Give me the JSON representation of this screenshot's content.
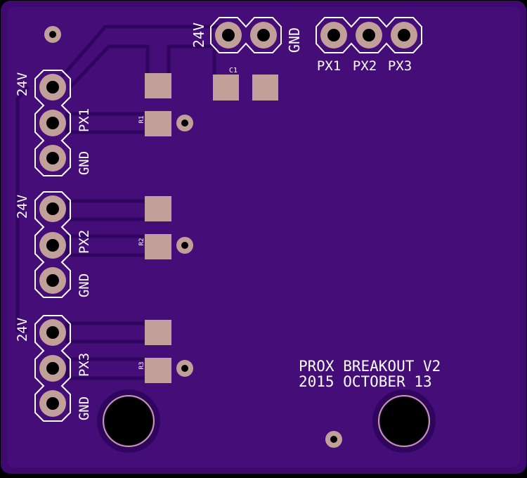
{
  "board": {
    "title_line1": "PROX BREAKOUT V2",
    "title_line2": "2015 OCTOBER 13",
    "colors": {
      "board": "#3f0a70",
      "trace": "#2f0560",
      "pad": "#c2a09a",
      "silkscreen": "#ffffff",
      "drill": "#000000"
    }
  },
  "header_top_power": {
    "pin1": "24V",
    "pin2": "GND"
  },
  "header_top_signals": {
    "pin1": "PX1",
    "pin2": "PX2",
    "pin3": "PX3"
  },
  "headers_left": [
    {
      "v": "24V",
      "sig": "PX1",
      "gnd": "GND"
    },
    {
      "v": "24V",
      "sig": "PX2",
      "gnd": "GND"
    },
    {
      "v": "24V",
      "sig": "PX3",
      "gnd": "GND"
    }
  ],
  "components": {
    "c1": "C1",
    "r1": "R1",
    "r2": "R2",
    "r3": "R3"
  }
}
